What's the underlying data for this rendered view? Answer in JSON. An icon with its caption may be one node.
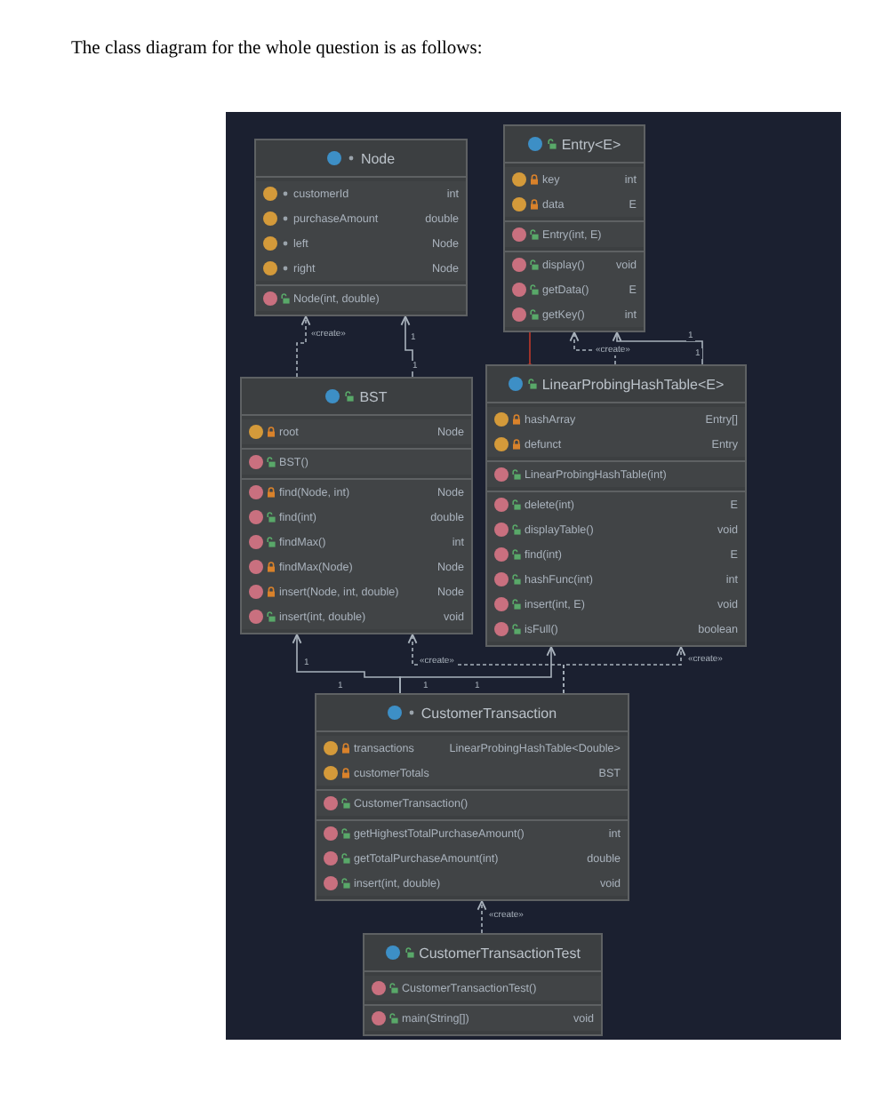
{
  "diagram": {
    "title": "The class diagram for the whole question is as follows:",
    "nodes": [
      {
        "text": [
          "Node"
        ]
      },
      {
        "text": [
          "customerId",
          "int"
        ],
        "in": 0
      },
      {
        "text": [
          "purchaseAmount",
          "double"
        ],
        "in": 0
      },
      {
        "text": [
          "left",
          "Node"
        ],
        "in": 0
      },
      {
        "text": [
          "right",
          "Node"
        ],
        "in": 0
      },
      {
        "text": [
          "Node(int, double)"
        ],
        "in": 0
      },
      {
        "text": [
          "Entry<E>"
        ]
      },
      {
        "text": [
          "key",
          "int"
        ],
        "in": 6
      },
      {
        "text": [
          "data",
          "E"
        ],
        "in": 6
      },
      {
        "text": [
          "Entry(int, E)"
        ],
        "in": 6
      },
      {
        "text": [
          "display()",
          "void"
        ],
        "in": 6
      },
      {
        "text": [
          "getData()",
          "E"
        ],
        "in": 6
      },
      {
        "text": [
          "getKey()",
          "int"
        ],
        "in": 6
      },
      {
        "text": [
          "BST"
        ]
      },
      {
        "text": [
          "root",
          "Node"
        ],
        "in": 13
      },
      {
        "text": [
          "BST()"
        ],
        "in": 13
      },
      {
        "text": [
          "find(Node, int)",
          "Node"
        ],
        "in": 13
      },
      {
        "text": [
          "find(int)",
          "double"
        ],
        "in": 13
      },
      {
        "text": [
          "findMax()",
          "int"
        ],
        "in": 13
      },
      {
        "text": [
          "findMax(Node)",
          "Node"
        ],
        "in": 13
      },
      {
        "text": [
          "insert(Node, int, double)",
          "Node"
        ],
        "in": 13
      },
      {
        "text": [
          "insert(int, double)",
          "void"
        ],
        "in": 13
      },
      {
        "text": [
          "LinearProbingHashTable<E>"
        ]
      },
      {
        "text": [
          "hashArray",
          "Entry[]"
        ],
        "in": 22
      },
      {
        "text": [
          "defunct",
          "Entry"
        ],
        "in": 22
      },
      {
        "text": [
          "LinearProbingHashTable(int)"
        ],
        "in": 22
      },
      {
        "text": [
          "delete(int)",
          "E"
        ],
        "in": 22
      },
      {
        "text": [
          "displayTable()",
          "void"
        ],
        "in": 22
      },
      {
        "text": [
          "find(int)",
          "E"
        ],
        "in": 22
      },
      {
        "text": [
          "hashFunc(int)",
          "int"
        ],
        "in": 22
      },
      {
        "text": [
          "insert(int, E)",
          "void"
        ],
        "in": 22
      },
      {
        "text": [
          "isFull()",
          "boolean"
        ],
        "in": 22
      },
      {
        "text": [
          "CustomerTransaction"
        ]
      },
      {
        "text": [
          "transactions",
          "LinearProbingHashTable<Double>"
        ],
        "in": 32
      },
      {
        "text": [
          "customerTotals",
          "BST"
        ],
        "in": 32
      },
      {
        "text": [
          "CustomerTransaction()"
        ],
        "in": 32
      },
      {
        "text": [
          "getHighestTotalPurchaseAmount()",
          "int"
        ],
        "in": 32
      },
      {
        "text": [
          "getTotalPurchaseAmount(int)",
          "double"
        ],
        "in": 32
      },
      {
        "text": [
          "insert(int, double)",
          "void"
        ],
        "in": 32
      },
      {
        "text": [
          "CustomerTransactionTest"
        ]
      },
      {
        "text": [
          "CustomerTransactionTest()"
        ],
        "in": 39
      },
      {
        "text": [
          "main(String[])",
          "void"
        ],
        "in": 39
      }
    ],
    "edges": [
      {
        "from": 13,
        "to": 0,
        "arrow": "to",
        "style": "dashed",
        "label": "«create»"
      },
      {
        "from": 13,
        "to": 0,
        "arrow": "to",
        "label": "1"
      },
      {
        "from": 22,
        "to": 6,
        "arrow": "other",
        "color": "#c0392b"
      },
      {
        "from": 22,
        "to": 6,
        "arrow": "to",
        "style": "dashed",
        "label": "«create»"
      },
      {
        "from": 22,
        "to": 6,
        "arrow": "to",
        "label": "1"
      },
      {
        "from": 32,
        "to": 13,
        "arrow": "to",
        "label": "1"
      },
      {
        "from": 32,
        "to": 13,
        "arrow": "to",
        "style": "dashed",
        "label": "«create»"
      },
      {
        "from": 32,
        "to": 22,
        "arrow": "to",
        "label": "1"
      },
      {
        "from": 32,
        "to": 22,
        "arrow": "to",
        "style": "dashed",
        "label": "«create»"
      },
      {
        "from": 39,
        "to": 32,
        "arrow": "to",
        "style": "dashed",
        "label": "«create»"
      }
    ],
    "labels": [
      "1",
      "1",
      "1",
      "1"
    ]
  }
}
